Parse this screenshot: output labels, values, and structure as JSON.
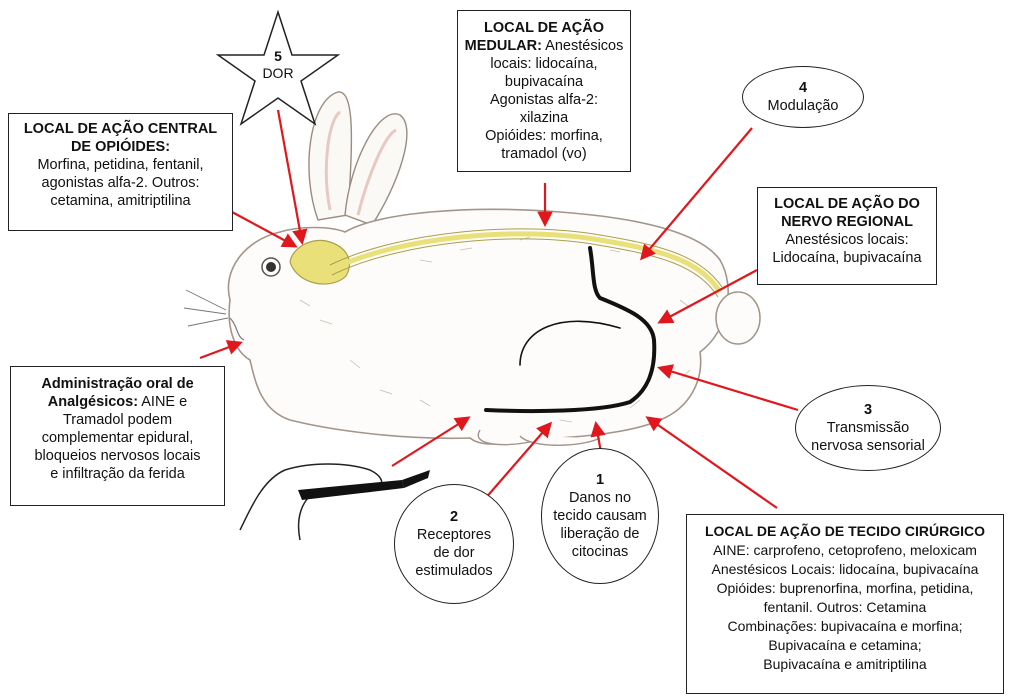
{
  "star": {
    "number": "5",
    "label": "DOR"
  },
  "steps": [
    {
      "number": "1",
      "lines": [
        "Danos no",
        "tecido causam",
        "liberação de",
        "citocinas"
      ]
    },
    {
      "number": "2",
      "lines": [
        "Receptores",
        "de dor",
        "estimulados"
      ]
    },
    {
      "number": "3",
      "lines": [
        "Transmissão",
        "nervosa sensorial"
      ]
    },
    {
      "number": "4",
      "lines": [
        "Modulação"
      ]
    }
  ],
  "boxes": {
    "central": {
      "heading": [
        "LOCAL DE AÇÃO CENTRAL",
        "DE OPIÓIDES:"
      ],
      "lines": [
        "Morfina, petidina, fentanil,",
        "agonistas alfa-2. Outros:",
        "cetamina, amitriptilina"
      ]
    },
    "medular": {
      "heading": [
        "LOCAL DE AÇÃO"
      ],
      "mixed": {
        "bold": "MEDULAR:",
        "rest": " Anestésicos"
      },
      "lines": [
        "locais: lidocaína,",
        "bupivacaína",
        "Agonistas alfa-2: xilazina",
        "Opióides: morfina,",
        "tramadol (vo)"
      ]
    },
    "regional": {
      "heading": [
        "LOCAL DE AÇÃO DO",
        "NERVO REGIONAL"
      ],
      "lines": [
        "Anestésicos locais:",
        "Lidocaína, bupivacaína"
      ]
    },
    "oral": {
      "heading": [
        "Administração oral de"
      ],
      "mixed": {
        "bold": "Analgésicos:",
        "rest": " AINE e"
      },
      "lines": [
        "Tramadol podem",
        "complementar epidural,",
        "bloqueios nervosos locais",
        "e infiltração da ferida"
      ]
    },
    "tecido": {
      "heading": [
        "LOCAL DE AÇÃO DE TECIDO CIRÚRGICO"
      ],
      "lines": [
        "AINE: carprofeno, cetoprofeno, meloxicam",
        "Anestésicos Locais: lidocaína, bupivacaína",
        "Opióides: buprenorfina, morfina, petidina,",
        "fentanil. Outros: Cetamina",
        "Combinações: bupivacaína e morfina;",
        "Bupivacaína e cetamina;",
        "Bupivacaína e amitriptilina"
      ]
    }
  },
  "colors": {
    "arrow": "#e0181e",
    "spine": "#e9e07a",
    "outline": "#222222",
    "fur": "#b9aba0"
  }
}
